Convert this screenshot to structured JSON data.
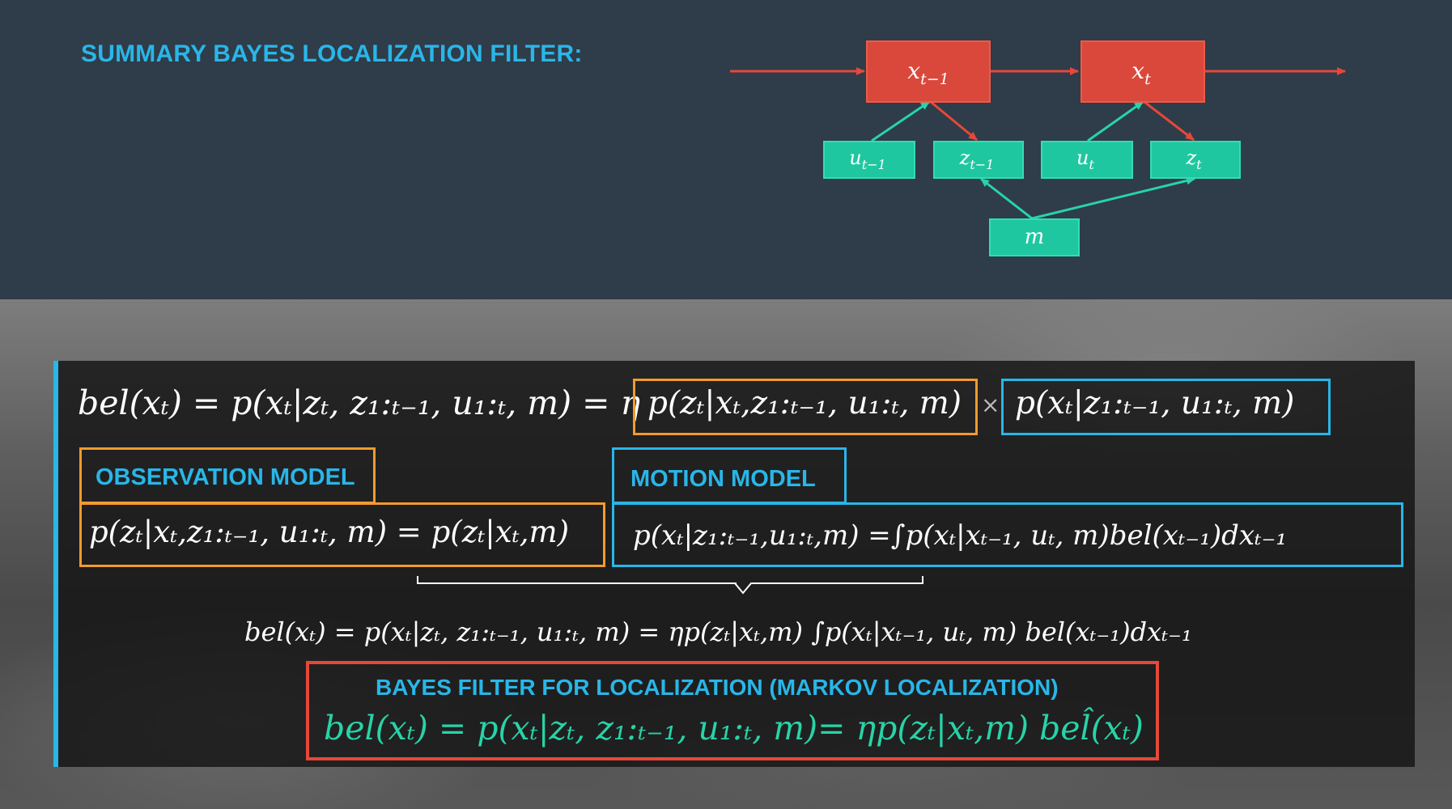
{
  "title": "SUMMARY BAYES LOCALIZATION FILTER:",
  "diagram": {
    "state_prev": "x",
    "state_prev_sub": "t−1",
    "state_curr": "x",
    "state_curr_sub": "t",
    "u_prev": "u",
    "u_prev_sub": "t−1",
    "z_prev": "z",
    "z_prev_sub": "t−1",
    "u_curr": "u",
    "u_curr_sub": "t",
    "z_curr": "z",
    "z_curr_sub": "t",
    "map": "m",
    "colors": {
      "state": "#d9483b",
      "obs": "#1fc7a0",
      "arrow_red": "#e5483a",
      "arrow_green": "#28d3a8"
    }
  },
  "equations": {
    "main_left": "bel(xₜ) = p(xₜ|zₜ, z₁:ₜ₋₁, u₁:ₜ, m) = η",
    "main_obs": "p(zₜ|xₜ,z₁:ₜ₋₁, u₁:ₜ, m)",
    "main_times": "×",
    "main_motion": "p(xₜ|z₁:ₜ₋₁, u₁:ₜ, m)",
    "obs_label": "OBSERVATION MODEL",
    "motion_label": "MOTION MODEL",
    "obs_eq": "p(zₜ|xₜ,z₁:ₜ₋₁, u₁:ₜ, m) = p(zₜ|xₜ,m)",
    "motion_eq": "p(xₜ|z₁:ₜ₋₁,u₁:ₜ,m) =∫p(xₜ|xₜ₋₁, uₜ, m)bel(xₜ₋₁)dxₜ₋₁",
    "combined_eq": "bel(xₜ) = p(xₜ|zₜ, z₁:ₜ₋₁, u₁:ₜ, m)  =  ηp(zₜ|xₜ,m) ∫p(xₜ|xₜ₋₁, uₜ, m) bel(xₜ₋₁)dxₜ₋₁",
    "final_label": "BAYES FILTER FOR LOCALIZATION (MARKOV LOCALIZATION)",
    "final_eq": "bel(xₜ) = p(xₜ|zₜ, z₁:ₜ₋₁, u₁:ₜ, m)= ηp(zₜ|xₜ,m) bel̂(xₜ)"
  }
}
